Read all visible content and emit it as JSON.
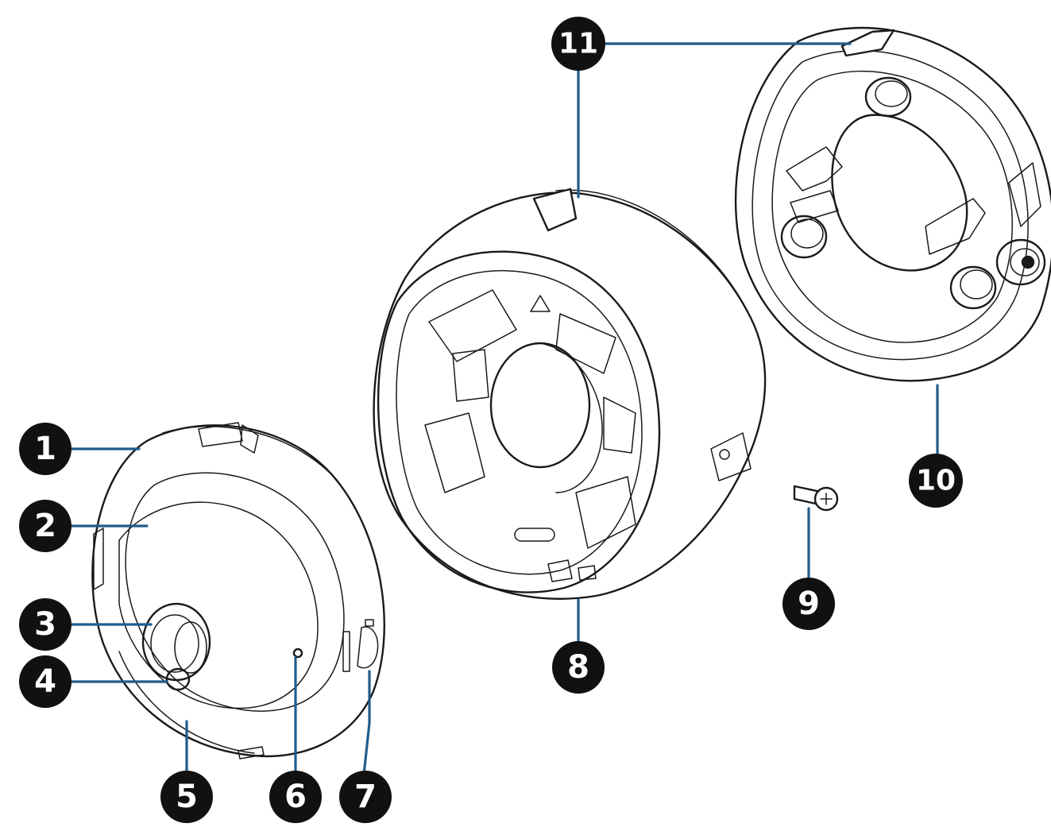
{
  "colors": {
    "leader": "#1f5c8c",
    "badge": "#111111",
    "badge_text": "#ffffff",
    "line_art": "#1a1a1a"
  },
  "callouts": [
    {
      "id": "1",
      "label": "1"
    },
    {
      "id": "2",
      "label": "2"
    },
    {
      "id": "3",
      "label": "3"
    },
    {
      "id": "4",
      "label": "4"
    },
    {
      "id": "5",
      "label": "5"
    },
    {
      "id": "6",
      "label": "6"
    },
    {
      "id": "7",
      "label": "7"
    },
    {
      "id": "8",
      "label": "8"
    },
    {
      "id": "9",
      "label": "9"
    },
    {
      "id": "10",
      "label": "10"
    },
    {
      "id": "11",
      "label": "11"
    }
  ]
}
